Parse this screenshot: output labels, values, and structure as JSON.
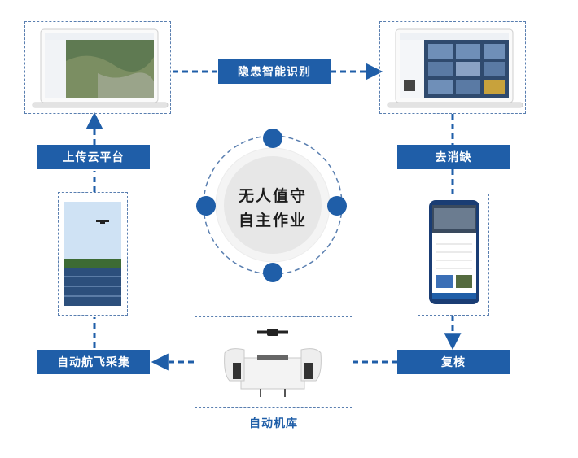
{
  "center": {
    "line1": "无人值守",
    "line2": "自主作业"
  },
  "steps": {
    "identify": "隐患智能识别",
    "eliminate": "去消缺",
    "review": "复核",
    "dock": "自动机库",
    "fly": "自动航飞采集",
    "upload": "上传云平台"
  },
  "colors": {
    "accent": "#1f5ea8",
    "dash": "#5a7fb0"
  }
}
